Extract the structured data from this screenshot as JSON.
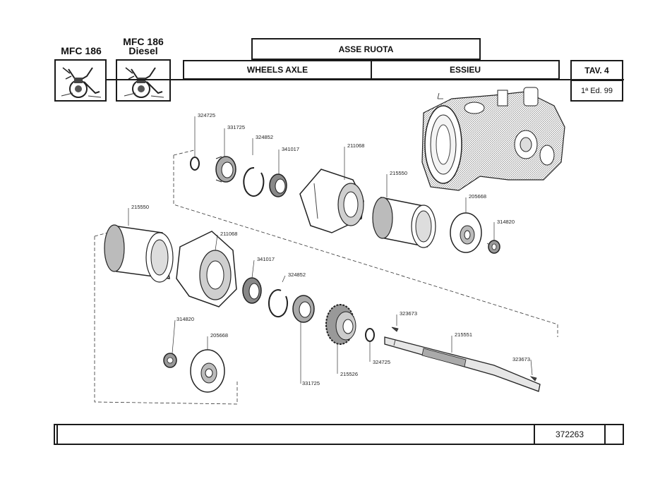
{
  "header": {
    "models": [
      {
        "label": "MFC 186"
      },
      {
        "label": "MFC 186",
        "sublabel": "Diesel"
      }
    ],
    "title_it": "ASSE RUOTA",
    "title_en": "WHEELS AXLE",
    "title_fr": "ESSIEU",
    "table_no": "TAV. 4",
    "edition": "1ª Ed. 99"
  },
  "footer": {
    "doc_number": "372263"
  },
  "diagram": {
    "part_labels": [
      "324725",
      "331725",
      "324852",
      "341017",
      "211068",
      "215550",
      "205668",
      "314820",
      "215550",
      "211068",
      "341017",
      "324852",
      "323673",
      "215551",
      "314820",
      "205668",
      "331725",
      "215526",
      "324725",
      "323673"
    ]
  }
}
